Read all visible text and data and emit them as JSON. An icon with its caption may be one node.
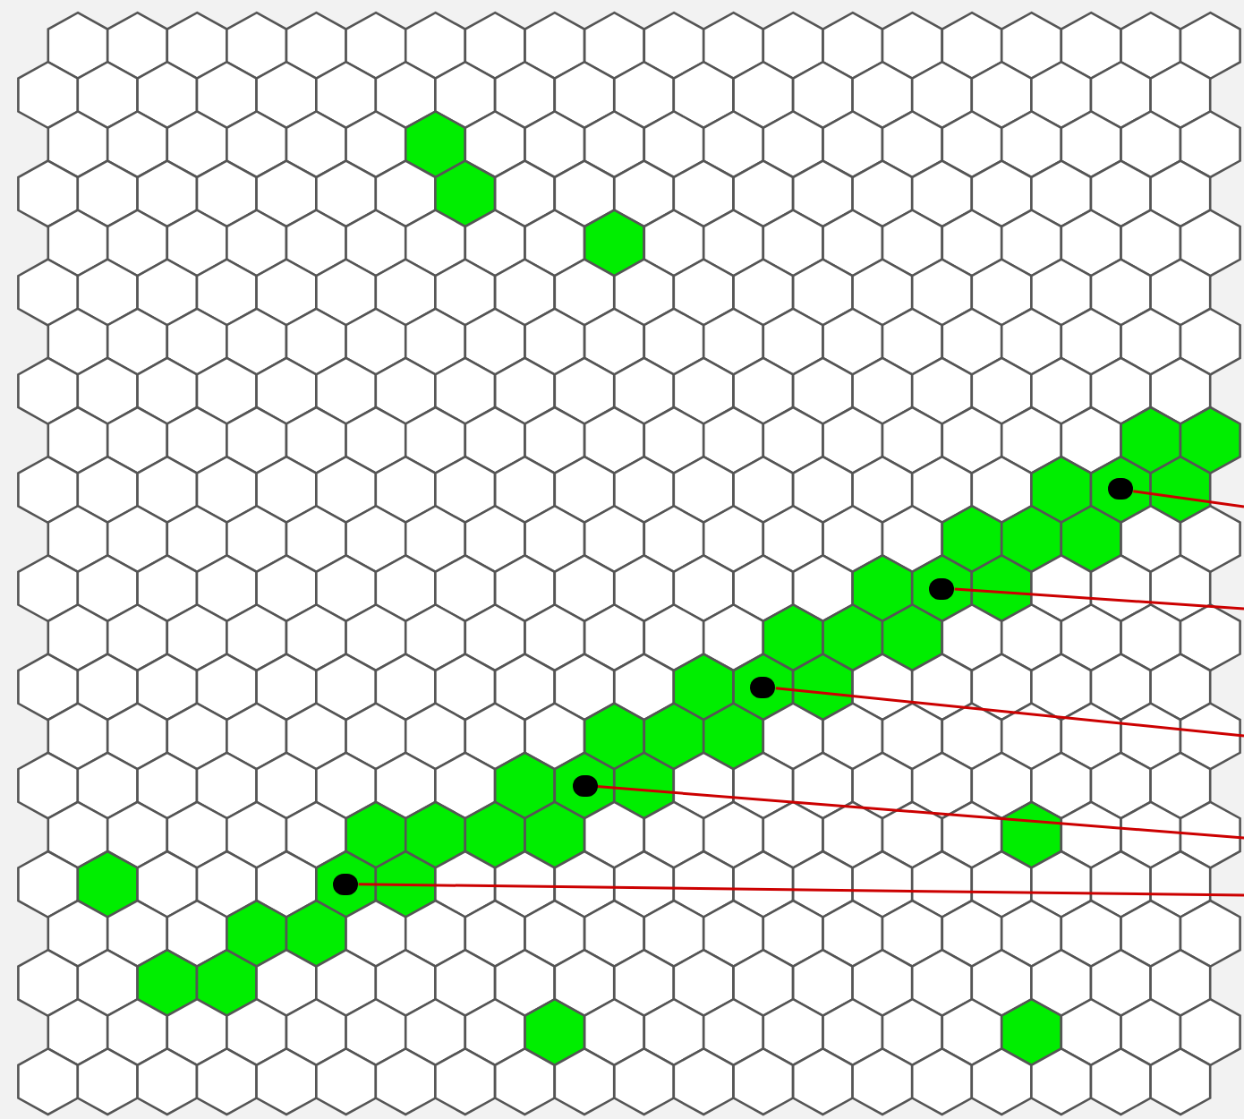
{
  "diagram": {
    "nodes": [
      {
        "text": [],
        "shape": "circle"
      },
      {
        "text": [],
        "shape": "circle"
      },
      {
        "text": [],
        "shape": "circle"
      },
      {
        "text": [],
        "shape": "circle"
      },
      {
        "text": [],
        "shape": "circle"
      }
    ],
    "edges": [
      {
        "from": 0,
        "to": null,
        "arrow": "none"
      },
      {
        "from": 1,
        "to": null,
        "arrow": "none"
      },
      {
        "from": 2,
        "to": null,
        "arrow": "none"
      },
      {
        "from": 3,
        "to": null,
        "arrow": "none"
      },
      {
        "from": 4,
        "to": null,
        "arrow": "none"
      }
    ]
  }
}
